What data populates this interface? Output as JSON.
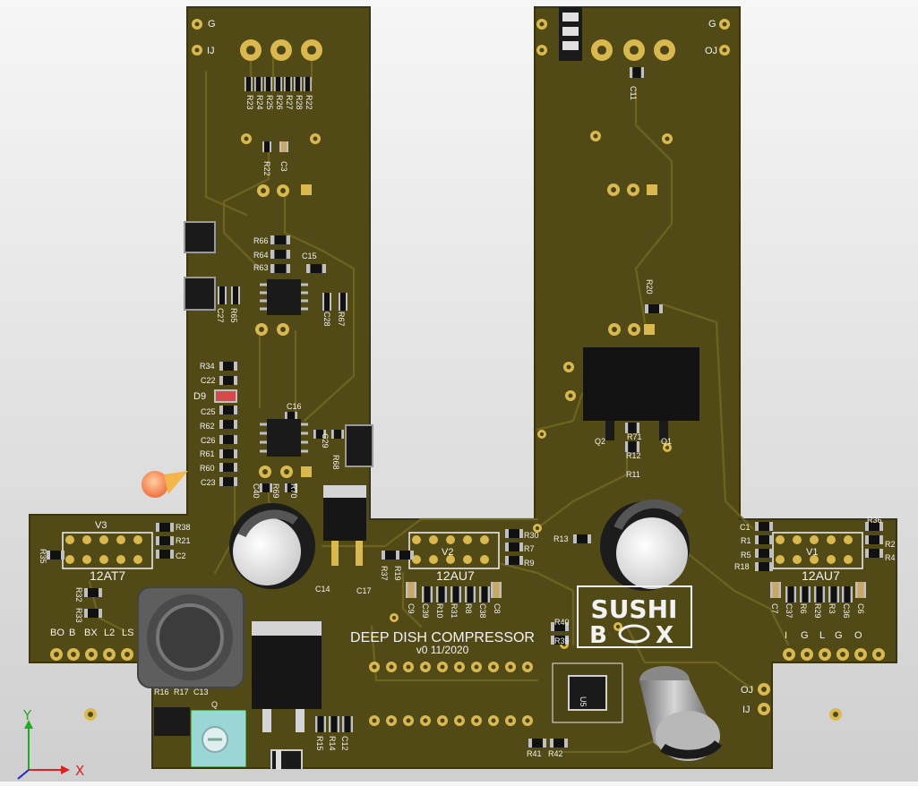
{
  "board": {
    "title": "DEEP DISH COMPRESSOR",
    "version": "v0 11/2020",
    "logo_line1": "SUSHI",
    "logo_line2a": "B",
    "logo_line2b": "X",
    "colors": {
      "pcb": "#514a17",
      "pad": "#d9b850",
      "silk": "#f2f2f2",
      "trace": "#6e6420"
    }
  },
  "connectors": {
    "left_top": {
      "g": "G",
      "ij": "IJ"
    },
    "right_top": {
      "g": "G",
      "oj": "OJ"
    },
    "left_bottom": [
      "BO",
      "B",
      "BX",
      "L2",
      "LS"
    ],
    "right_bottom": [
      "I",
      "G",
      "L",
      "G",
      "O"
    ],
    "right_side": {
      "oj": "OJ",
      "ij": "IJ"
    }
  },
  "tubes": [
    {
      "ref": "V3",
      "type": "12AT7"
    },
    {
      "ref": "V2",
      "type": "12AU7"
    },
    {
      "ref": "V1",
      "type": "12AU7"
    }
  ],
  "refs": {
    "left_column": [
      "R23",
      "R24",
      "R25",
      "R26",
      "R27",
      "R28",
      "R22",
      "C3",
      "R66",
      "R64",
      "R63",
      "C15",
      "C27",
      "R65",
      "C28",
      "R67",
      "R34",
      "C22",
      "D9",
      "C25",
      "R62",
      "C26",
      "R61",
      "R60",
      "C23",
      "C16",
      "C29",
      "R68",
      "C40",
      "R69",
      "R70"
    ],
    "left_wing": [
      "R38",
      "R21",
      "C2",
      "R35",
      "R32",
      "R33"
    ],
    "center": [
      "C14",
      "C17",
      "R37",
      "R19",
      "C9",
      "C39",
      "R10",
      "R31",
      "R8",
      "C38",
      "C8",
      "R30",
      "R7",
      "R9",
      "R13",
      "R40",
      "R39",
      "U5",
      "R41",
      "R42",
      "R16",
      "R17",
      "C13",
      "Q",
      "R15",
      "R14",
      "C12"
    ],
    "right_column": [
      "C11",
      "R20",
      "Q2",
      "R71",
      "Q1",
      "R12",
      "R11"
    ],
    "right_wing": [
      "C1",
      "R1",
      "R5",
      "R18",
      "R36",
      "R2",
      "R4",
      "C7",
      "C37",
      "R6",
      "R29",
      "R3",
      "C36",
      "C6"
    ]
  },
  "axes": {
    "y": "Y",
    "x": "X",
    "y_color": "#22aa22",
    "x_color": "#dd2222"
  }
}
